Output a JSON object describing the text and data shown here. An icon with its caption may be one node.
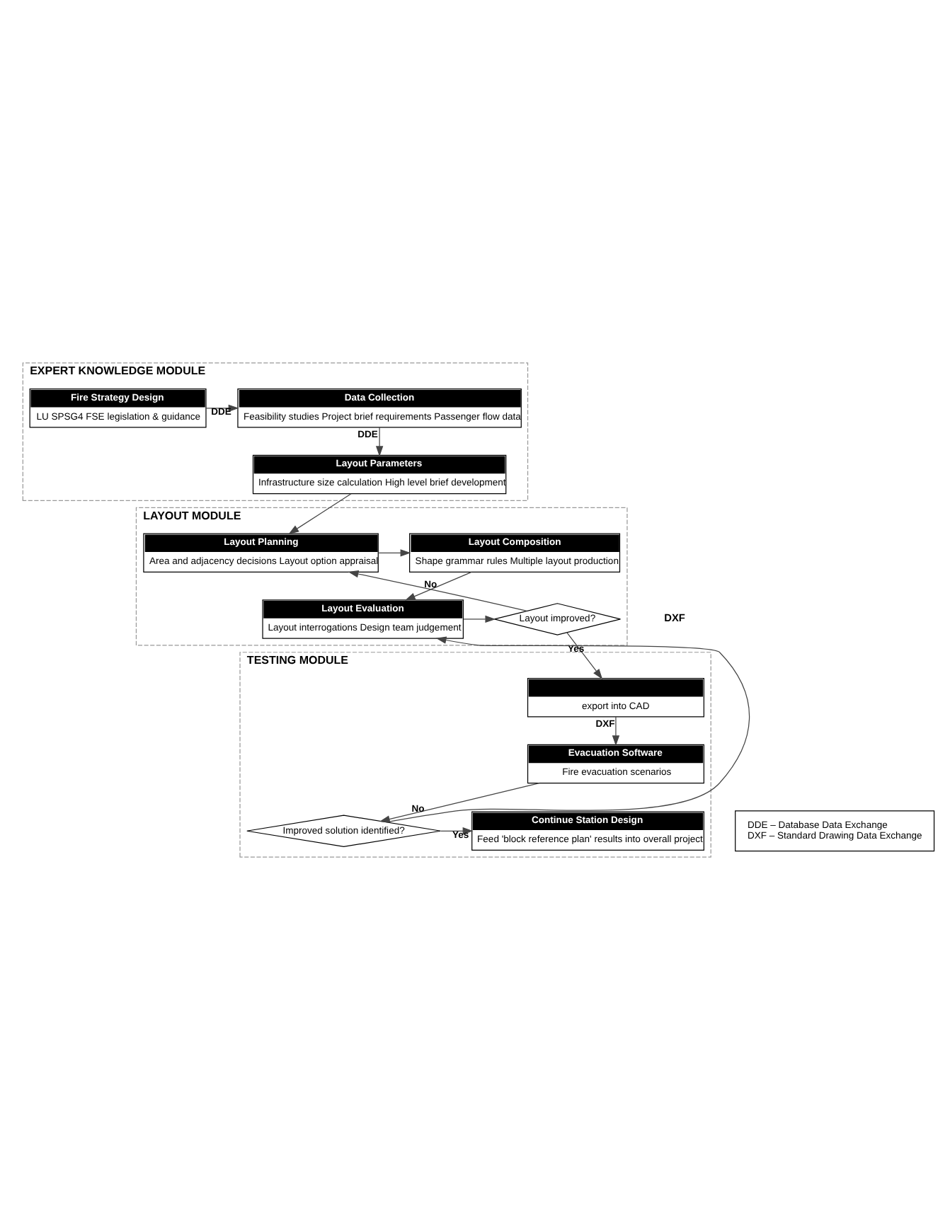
{
  "diagram": {
    "nodes": [
      {
        "text": [
          "EXPERT KNOWLEDGE MODULE"
        ]
      },
      {
        "text": [
          "Fire Strategy Design",
          "LU SPSG4 FSE legislation & guidance"
        ],
        "in": 0
      },
      {
        "text": [
          "Data Collection",
          "Feasibility studies Project brief requirements Passenger flow data"
        ],
        "in": 0
      },
      {
        "text": [
          "Layout Parameters",
          "Infrastructure size calculation High level brief development"
        ],
        "in": 0
      },
      {
        "text": [
          "LAYOUT MODULE"
        ]
      },
      {
        "text": [
          "Layout Planning",
          "Area and adjacency decisions Layout option appraisal"
        ],
        "in": 4
      },
      {
        "text": [
          "Layout Composition",
          "Shape grammar rules Multiple layout production"
        ],
        "in": 4
      },
      {
        "text": [
          "Layout improved?"
        ],
        "in": 4
      },
      {
        "text": [
          "Layout Evaluation",
          "Layout interrogations Design team judgement"
        ],
        "in": 4
      },
      {
        "text": [
          "TESTING MODULE"
        ]
      },
      {
        "text": [
          "export into CAD"
        ],
        "in": 9
      },
      {
        "text": [
          "Evacuation Software",
          "Fire evacuation scenarios"
        ],
        "in": 9
      },
      {
        "text": [
          "Improved solution identified?"
        ],
        "in": 9
      },
      {
        "text": [
          "Continue Station Design",
          "Feed 'block reference plan' results into overall project"
        ],
        "in": 9
      },
      {
        "text": [
          "DDE – Database Data Exchange",
          "DXF – Standard Drawing Data Exchange"
        ]
      }
    ],
    "edges": [
      {
        "from": 1,
        "to": 2,
        "arrow": "to",
        "label": "DDE"
      },
      {
        "from": 2,
        "to": 3,
        "arrow": "to",
        "label": "DDE"
      },
      {
        "from": 3,
        "to": 5,
        "arrow": "to"
      },
      {
        "from": 5,
        "to": 6,
        "arrow": "to"
      },
      {
        "from": 6,
        "to": 8,
        "arrow": "to"
      },
      {
        "from": 8,
        "to": 7,
        "arrow": "to"
      },
      {
        "from": 7,
        "to": 5,
        "arrow": "to",
        "label": "No"
      },
      {
        "from": 7,
        "to": 10,
        "arrow": "to",
        "label": "Yes"
      },
      {
        "from": 10,
        "to": 11,
        "arrow": "to",
        "label": "DXF"
      },
      {
        "from": 11,
        "to": 12,
        "arrow": "to"
      },
      {
        "from": 12,
        "to": 8,
        "arrow": "to",
        "label": "No"
      },
      {
        "from": 12,
        "to": 13,
        "arrow": "to",
        "label": "Yes"
      }
    ],
    "labels": [
      "DXF"
    ]
  }
}
